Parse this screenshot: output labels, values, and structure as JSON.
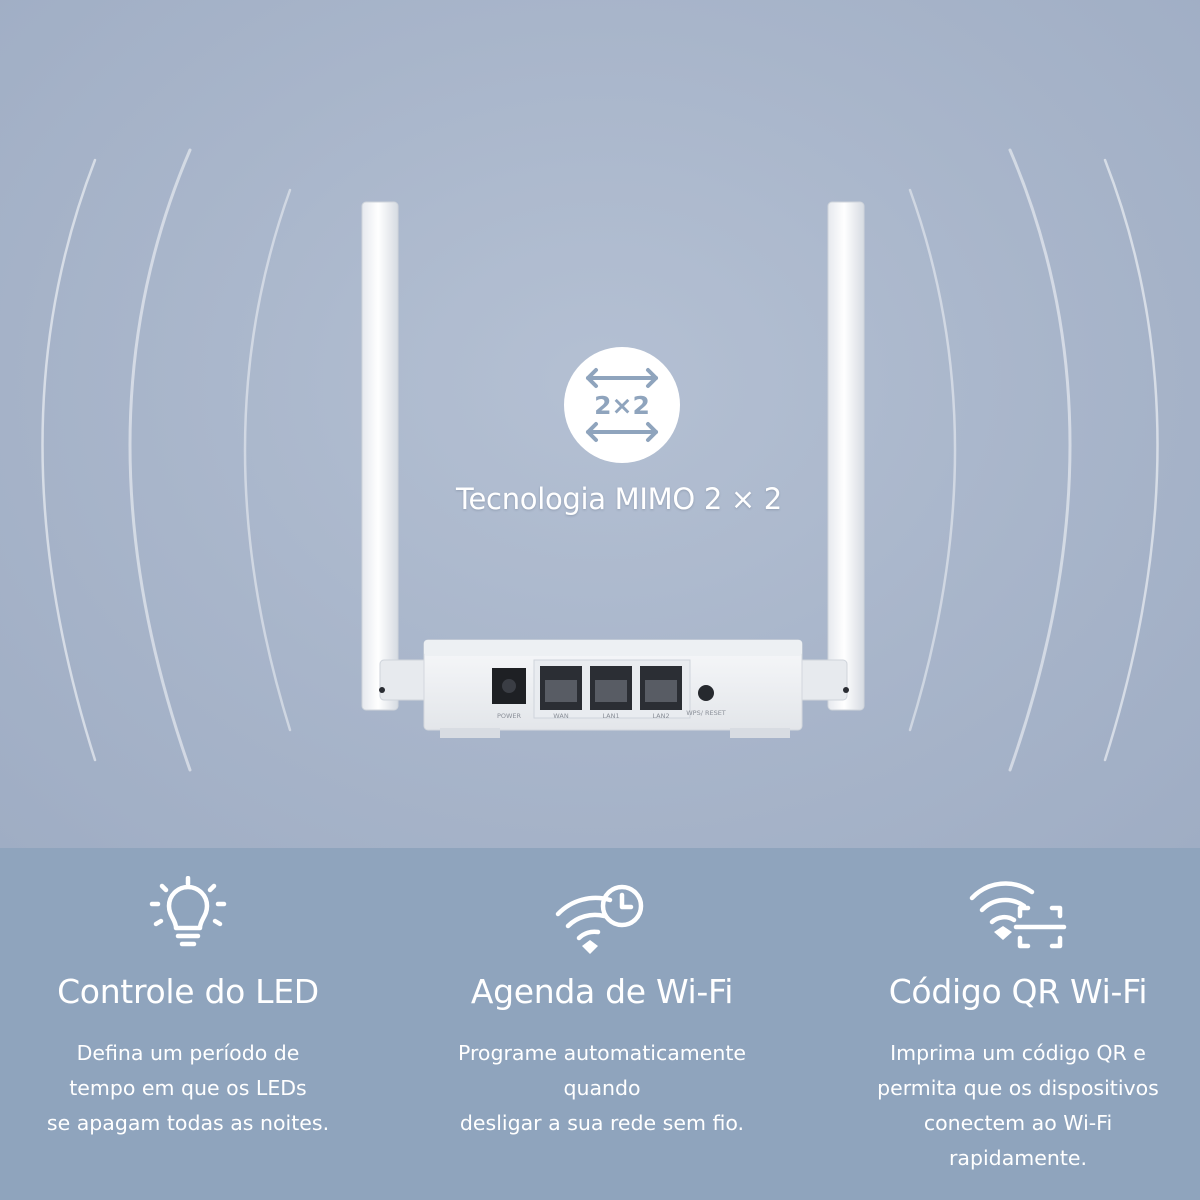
{
  "hero": {
    "mimo_badge_text": "2×2",
    "title": "Tecnologia MIMO 2 × 2",
    "router_ports": [
      "POWER",
      "WAN",
      "LAN1",
      "LAN2",
      "WPS/\nRESET"
    ]
  },
  "features": [
    {
      "icon": "light-bulb-icon",
      "title": "Controle do LED",
      "description": "Defina um período de\ntempo em que os LEDs\nse apagam todas as noites."
    },
    {
      "icon": "wifi-clock-icon",
      "title": "Agenda de Wi-Fi",
      "description": "Programe automaticamente\nquando\ndesligar a sua rede sem fio."
    },
    {
      "icon": "wifi-qr-scan-icon",
      "title": "Código QR Wi-Fi",
      "description": "Imprima um código QR e\npermita que os dispositivos\nconectem ao Wi-Fi\nrapidamente."
    }
  ],
  "colors": {
    "hero_background": "#a9b6cb",
    "features_background": "#8fa4bd",
    "text": "#ffffff"
  }
}
